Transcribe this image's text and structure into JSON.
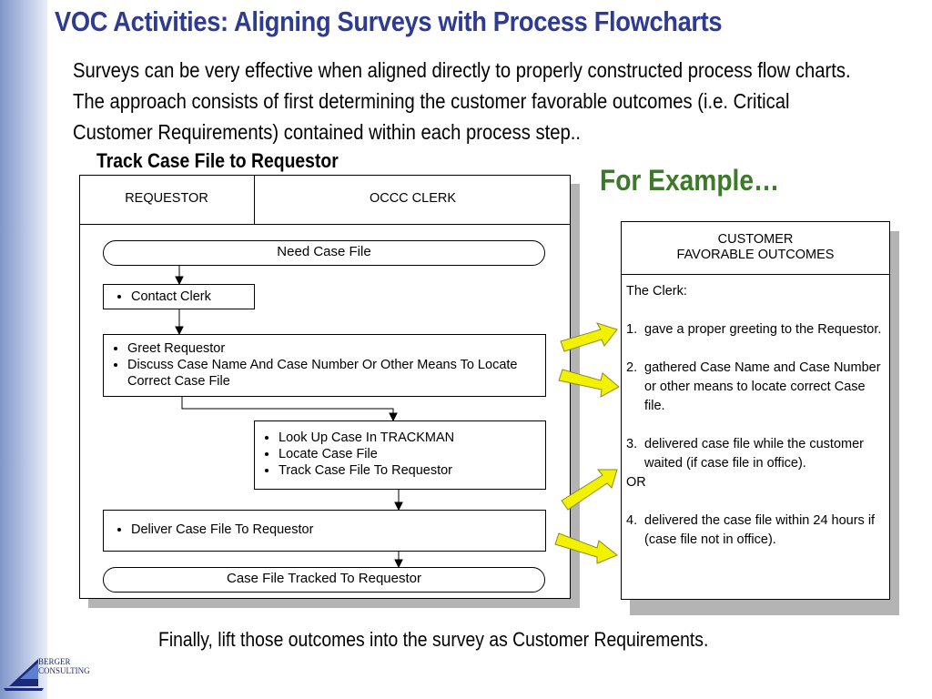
{
  "title": "VOC Activities: Aligning Surveys with Process Flowcharts",
  "intro": "Surveys can be very effective when aligned directly to properly constructed process flow charts. The approach consists of first determining the customer favorable outcomes (i.e. Critical Customer Requirements) contained within each process step..",
  "subhead": "Track Case File to Requestor",
  "example_label": "For Example…",
  "footer": "Finally, lift those outcomes into the survey as Customer Requirements.",
  "flowchart": {
    "col1_header": "REQUESTOR",
    "col2_header": "OCCC CLERK",
    "start": "Need Case File",
    "step1": [
      "Contact Clerk"
    ],
    "step2": [
      "Greet Requestor",
      "Discuss Case Name And Case Number Or Other Means To Locate Correct Case File"
    ],
    "step3": [
      "Look Up Case In TRACKMAN",
      "Locate Case File",
      "Track Case File To Requestor"
    ],
    "step4": [
      "Deliver Case File To Requestor"
    ],
    "end": "Case File Tracked To Requestor"
  },
  "outcomes": {
    "header_line1": "CUSTOMER",
    "header_line2": "FAVORABLE OUTCOMES",
    "intro": "The Clerk:",
    "item1_num": "1.",
    "item1": "gave a proper greeting to the Requestor.",
    "item2_num": "2.",
    "item2": "gathered Case Name and Case Number or other  means to locate correct Case file.",
    "item3_num": "3.",
    "item3": "delivered case file while the customer waited (if case file in office).",
    "or": "OR",
    "item4_num": "4.",
    "item4": "delivered the case file within 24 hours if (case file not in office)."
  },
  "logo": {
    "line1": "BERGER",
    "line2": "CONSULTING"
  },
  "colors": {
    "title": "#2e3b92",
    "example": "#3c7a2a",
    "arrow_fill": "#f2f200",
    "shadow": "#b4b4b4"
  }
}
